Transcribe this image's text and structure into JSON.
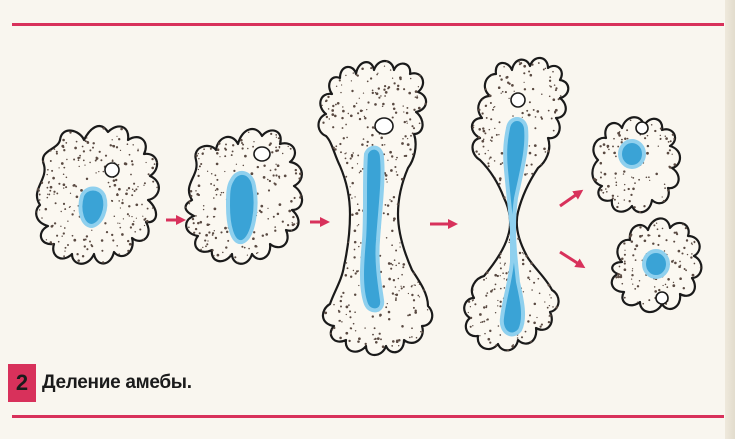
{
  "figure": {
    "number": "2",
    "caption": "Деление амебы."
  },
  "colors": {
    "accent": "#d8315b",
    "nucleus": "#3aa3d6",
    "nucleus_edge": "#8fd0ee",
    "cytoplasm": "#fbf8f1",
    "outline": "#1a1a1a",
    "stipple": "#5a4a42"
  },
  "stages": [
    {
      "id": "stage-1",
      "description_icon": "amoeba-icon"
    },
    {
      "id": "stage-2",
      "description_icon": "amoeba-icon"
    },
    {
      "id": "stage-3",
      "description_icon": "amoeba-icon"
    },
    {
      "id": "stage-4",
      "description_icon": "amoeba-icon"
    },
    {
      "id": "stage-5",
      "description_icon": "amoeba-icon"
    }
  ]
}
